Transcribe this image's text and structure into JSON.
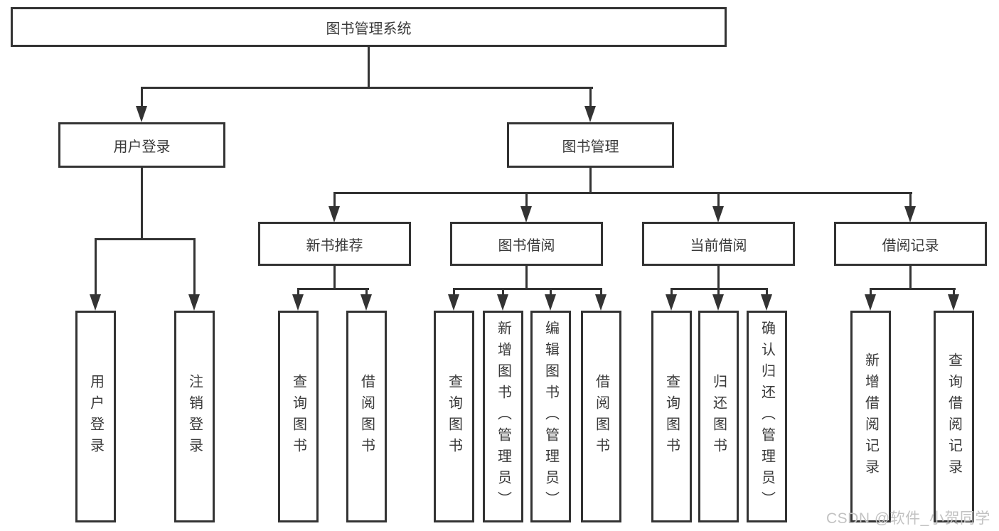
{
  "diagram": {
    "root": {
      "label": "图书管理系统"
    },
    "branches": [
      {
        "label": "用户登录",
        "leaves": [
          {
            "label": "用户登录"
          },
          {
            "label": "注销登录"
          }
        ]
      },
      {
        "label": "图书管理",
        "groups": [
          {
            "label": "新书推荐",
            "leaves": [
              {
                "label": "查询图书"
              },
              {
                "label": "借阅图书"
              }
            ]
          },
          {
            "label": "图书借阅",
            "leaves": [
              {
                "label": "查询图书"
              },
              {
                "label": "新增图书（管理员）"
              },
              {
                "label": "编辑图书（管理员）"
              },
              {
                "label": "借阅图书"
              }
            ]
          },
          {
            "label": "当前借阅",
            "leaves": [
              {
                "label": "查询图书"
              },
              {
                "label": "归还图书"
              },
              {
                "label": "确认归还（管理员）"
              }
            ]
          },
          {
            "label": "借阅记录",
            "leaves": [
              {
                "label": "新增借阅记录"
              },
              {
                "label": "查询借阅记录"
              }
            ]
          }
        ]
      }
    ]
  },
  "watermark": {
    "text": "CSDN @软件_小贺同学"
  },
  "colors": {
    "line": "#333333",
    "text": "#3a3a3a",
    "watermark": "#c2c2c2",
    "background": "#ffffff"
  }
}
